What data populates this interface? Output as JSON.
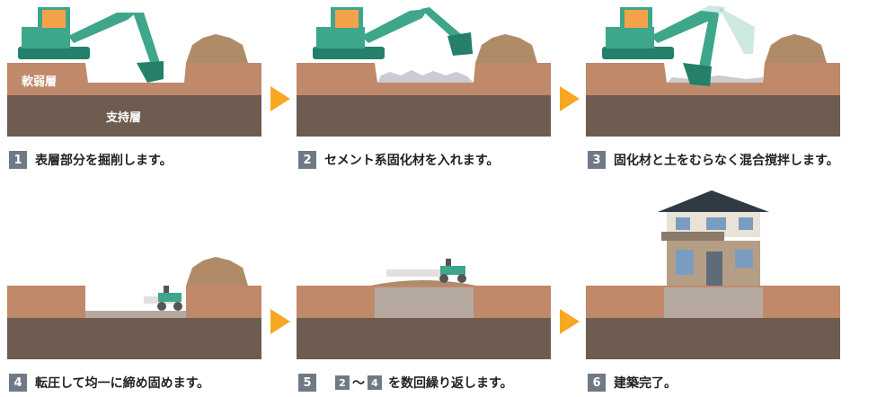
{
  "colors": {
    "soil": "#c0896a",
    "soil_dark": "#a9765a",
    "bedrock": "#6e5c51",
    "arrow": "#f7a823",
    "machine": "#3da68b",
    "machine_dark": "#24806a",
    "cab_window": "#f4a24a",
    "pile": "#b08b68",
    "gravel": "#c9ccd0",
    "solidified": "#b6aaa0",
    "badge": "#707a86"
  },
  "labels": {
    "soft_layer": "軟弱層",
    "support_layer": "支持層"
  },
  "steps": [
    {
      "num": "1",
      "text": "表層部分を掘削します。"
    },
    {
      "num": "2",
      "text": "セメント系固化材を入れます。"
    },
    {
      "num": "3",
      "text": "固化材と土をむらなく混合撹拌します。"
    },
    {
      "num": "4",
      "text": "転圧して均一に締め固めます。"
    },
    {
      "num": "5",
      "ref_from": "2",
      "range_sep": "〜",
      "ref_to": "4",
      "text": "を数回繰り返します。"
    },
    {
      "num": "6",
      "text": "建築完了。"
    }
  ]
}
